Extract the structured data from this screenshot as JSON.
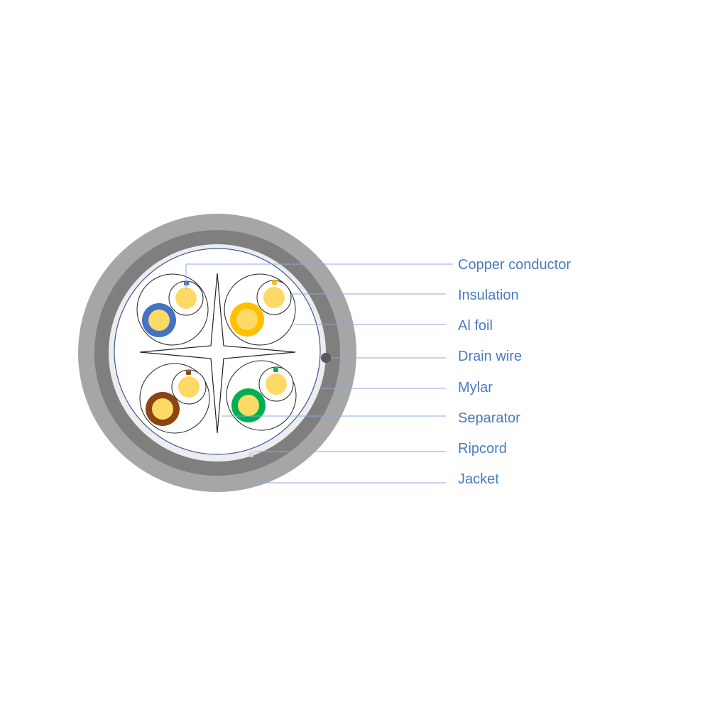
{
  "labels": {
    "copper_conductor": "Copper conductor",
    "insulation": "Insulation",
    "al_foil": "Al foil",
    "drain_wire": "Drain wire",
    "mylar": "Mylar",
    "separator": "Separator",
    "ripcord": "Ripcord",
    "jacket": "Jacket"
  },
  "colors": {
    "label_text": "#4a7bbd",
    "leader_line": "#8faad6",
    "jacket_outer": "#a6a6a6",
    "jacket_inner": "#7f7f7f",
    "mylar": "#ededed",
    "core": "#ffffff",
    "conductor": "#ffd966",
    "pair_blue": "#4472c4",
    "pair_orange": "#ffc000",
    "pair_brown": "#8b4513",
    "pair_green": "#00b050",
    "drain_wire": "#595959",
    "ripcord": "#d9d9d9"
  },
  "pairs": [
    {
      "name": "blue",
      "color": "#4472c4"
    },
    {
      "name": "orange",
      "color": "#ffc000"
    },
    {
      "name": "brown",
      "color": "#8b4513"
    },
    {
      "name": "green",
      "color": "#00b050"
    }
  ]
}
